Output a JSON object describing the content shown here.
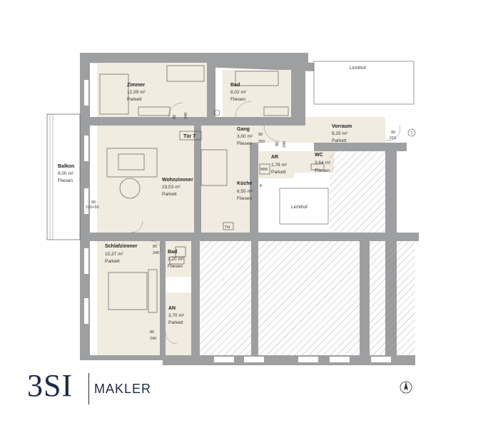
{
  "rooms": {
    "zimmer": {
      "name": "Zimmer",
      "area": "12,39 m²",
      "floor": "Parkett"
    },
    "bad1": {
      "name": "Bad",
      "area": "8,02 m²",
      "floor": "Fliesen"
    },
    "gang": {
      "name": "Gang",
      "area": "3,00 m²",
      "floor": "Fliesen"
    },
    "vorraum": {
      "name": "Vorraum",
      "area": "9,25 m²",
      "floor": "Parkett"
    },
    "balkon": {
      "name": "Balkon",
      "area": "9,00 m²",
      "floor": "Fliesen"
    },
    "wohnzimmer": {
      "name": "Wohnzimmer",
      "area": "23,53 m²",
      "floor": "Parkett"
    },
    "kueche": {
      "name": "Küche",
      "area": "6,55 m²",
      "floor": "Fliesen"
    },
    "ar": {
      "name": "AR",
      "area": "1,78 m²",
      "floor": "Parkett"
    },
    "wc": {
      "name": "WC",
      "area": "3,64 m²",
      "floor": "Fliesen"
    },
    "schlafzimmer": {
      "name": "Schlafzimmer",
      "area": "15,37 m²",
      "floor": "Parkett"
    },
    "bad2": {
      "name": "Bad",
      "area": "3,20 m²",
      "floor": "Fliesen"
    },
    "an": {
      "name": "AN",
      "area": "3,70 m²",
      "floor": "Parkett"
    }
  },
  "labels": {
    "lichthof_top": "Lichthof",
    "lichthof_mid": "Lichthof",
    "tuer": "Tür 7",
    "wm": "WM",
    "th": "TH",
    "k": "K",
    "entrance_number": "7"
  },
  "dims": {
    "d80a": "80",
    "d240a": "240",
    "d90a": "90",
    "d250": "250",
    "d80b": "80",
    "d240b": "240",
    "d90b": "90",
    "d215": "215",
    "balkon_w": "90",
    "balkon_h": "210+50",
    "d80c": "80",
    "d240c": "240",
    "d80d": "80",
    "d240d": "240"
  },
  "logo": {
    "mark": "3SI",
    "word": "MAKLER"
  },
  "colors": {
    "wall": "#9e9fa1",
    "room": "#f1ece0",
    "brand": "#1c2a4a"
  }
}
